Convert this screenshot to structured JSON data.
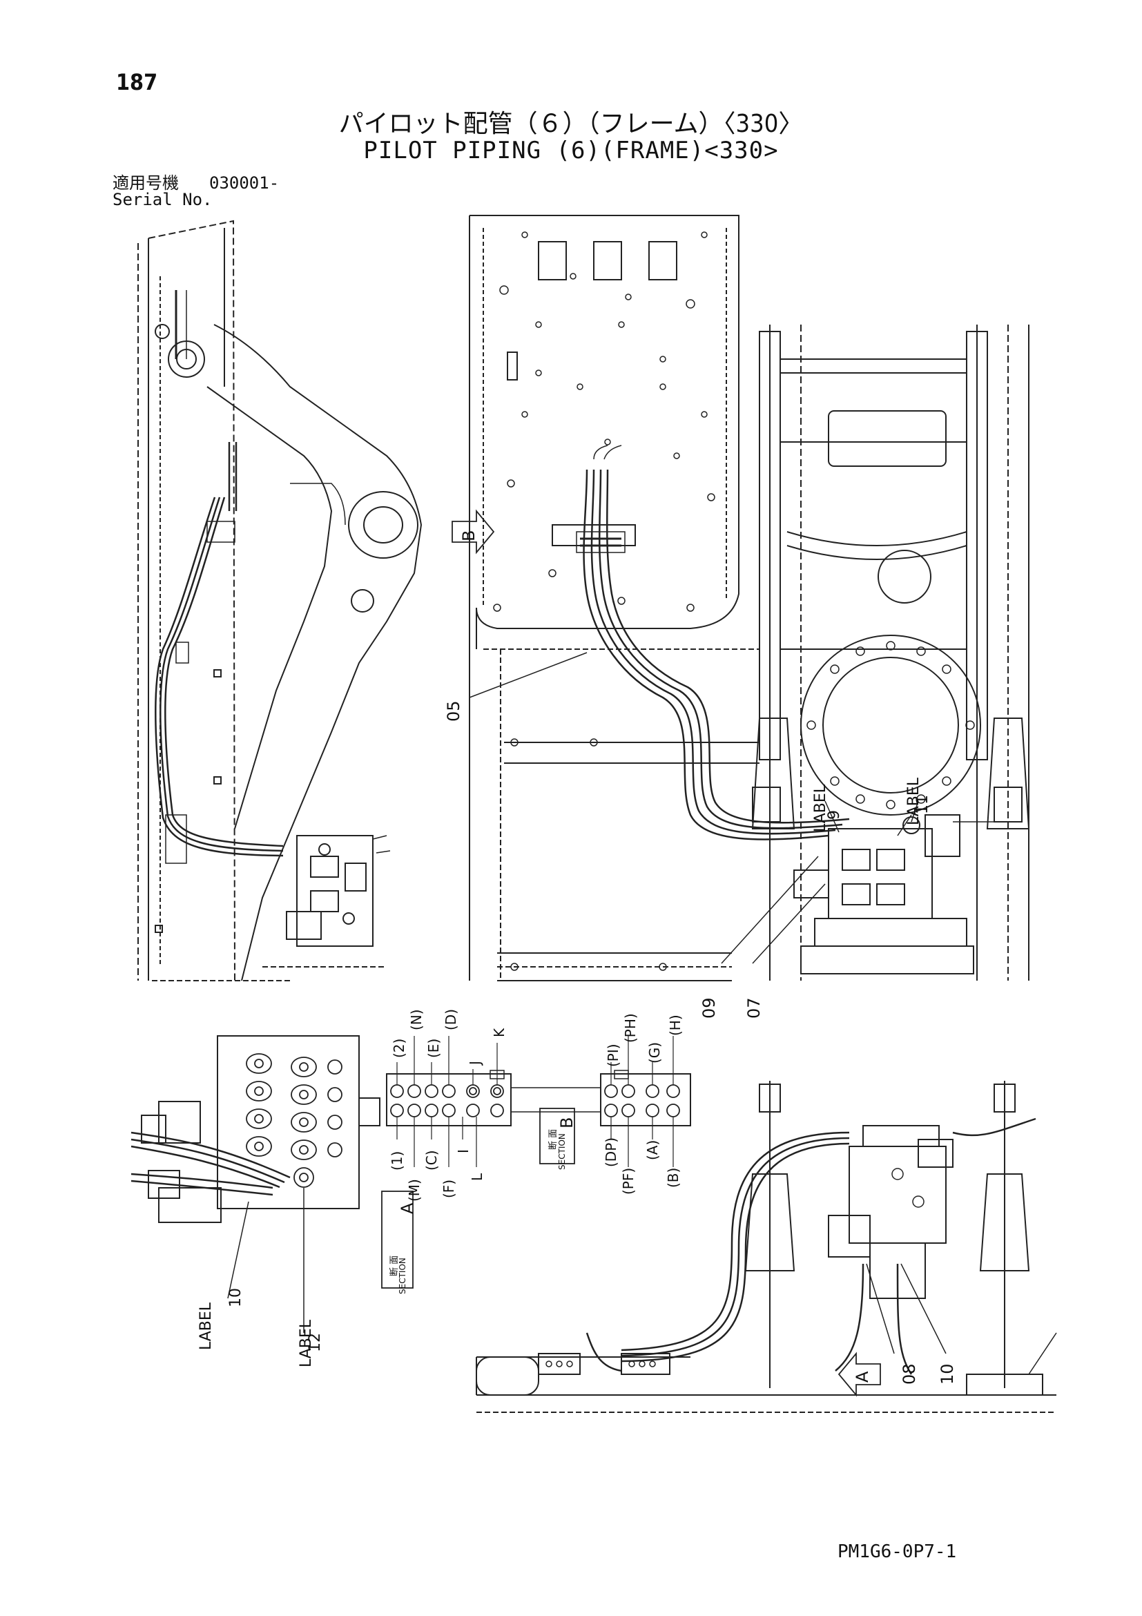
{
  "header": {
    "page_number": "187",
    "title_jp": "パイロット配管（６）（フレーム）〈330〉",
    "title_en": "PILOT PIPING (6)(FRAME)<330>",
    "serial_label_jp": "適用号機",
    "serial_value": "030001-",
    "serial_label_en": "Serial No."
  },
  "callouts": {
    "part_05": "05",
    "part_07": "07",
    "part_08": "08",
    "part_09": "09",
    "part_10": "10",
    "part_11": "11",
    "part_12": "12",
    "part_9": "9",
    "label": "LABEL",
    "arrow_a": "A",
    "arrow_b": "B"
  },
  "section_b": {
    "tag_jp": "断 面",
    "tag_en": "SECTION",
    "tag_letter": "B",
    "top_left_ports": [
      "(2)",
      "(N)",
      "(E)",
      "(D)",
      "J",
      "K"
    ],
    "bottom_left_ports": [
      "(1)",
      "(M)",
      "(C)",
      "(F)",
      "I",
      "L"
    ],
    "top_right_ports": [
      "(PI)",
      "(PH)",
      "(G)",
      "(H)"
    ],
    "bottom_right_ports": [
      "(DP)",
      "(PF)",
      "(A)",
      "(B)"
    ]
  },
  "section_a": {
    "tag_jp": "断 面",
    "tag_en": "SECTION",
    "tag_letter": "A"
  },
  "footer": {
    "doc_code": "PM1G6-0P7-1"
  }
}
